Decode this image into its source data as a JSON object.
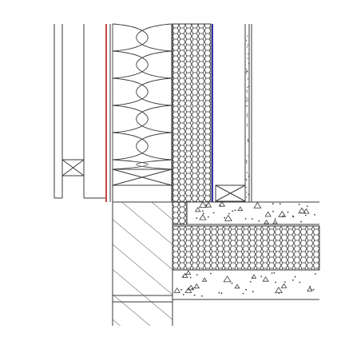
{
  "title": "",
  "colors": {
    "line": "#3a3a3a",
    "red_membrane": "#cc4444",
    "blue_membrane": "#3333aa",
    "background": "#ffffff"
  },
  "layers": [
    {
      "id": "cladding",
      "hatch": "none"
    },
    {
      "id": "air-gap-batten",
      "hatch": "cross"
    },
    {
      "id": "vapour-barrier",
      "hatch": "none"
    },
    {
      "id": "mineral-wool",
      "hatch": "insulation-wave"
    },
    {
      "id": "rigid-foam",
      "hatch": "honeycomb"
    },
    {
      "id": "wind-barrier",
      "hatch": "none"
    },
    {
      "id": "bottom-plate",
      "hatch": "cross"
    },
    {
      "id": "concrete-wall",
      "hatch": "diagonal"
    },
    {
      "id": "concrete-slab",
      "hatch": "stipple-triangles"
    },
    {
      "id": "slab-insulation",
      "hatch": "honeycomb"
    }
  ]
}
